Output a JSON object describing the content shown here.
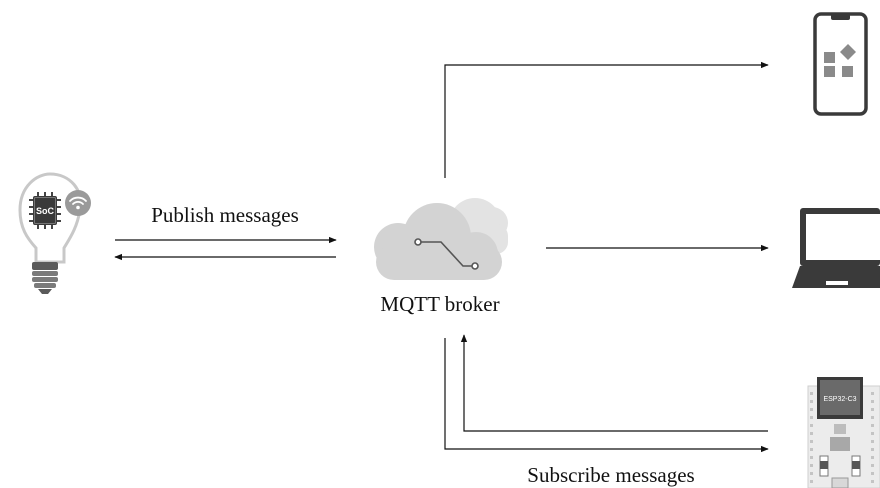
{
  "labels": {
    "publish": "Publish messages",
    "broker": "MQTT broker",
    "subscribe": "Subscribe messages"
  },
  "icons": {
    "publisher": "smart-bulb-icon",
    "soc_chip_text": "SoC",
    "wifi": "wifi-icon",
    "broker": "cloud-icon",
    "subscriber_1": "smartphone-icon",
    "subscriber_2": "laptop-icon",
    "subscriber_3": "esp32-board-icon",
    "board_module_text": "ESP32-C3"
  },
  "colors": {
    "line": "#111111",
    "icon_gray": "#8a8a8a",
    "cloud_light": "#e2e2e2",
    "cloud_mid": "#d2d2d2"
  }
}
